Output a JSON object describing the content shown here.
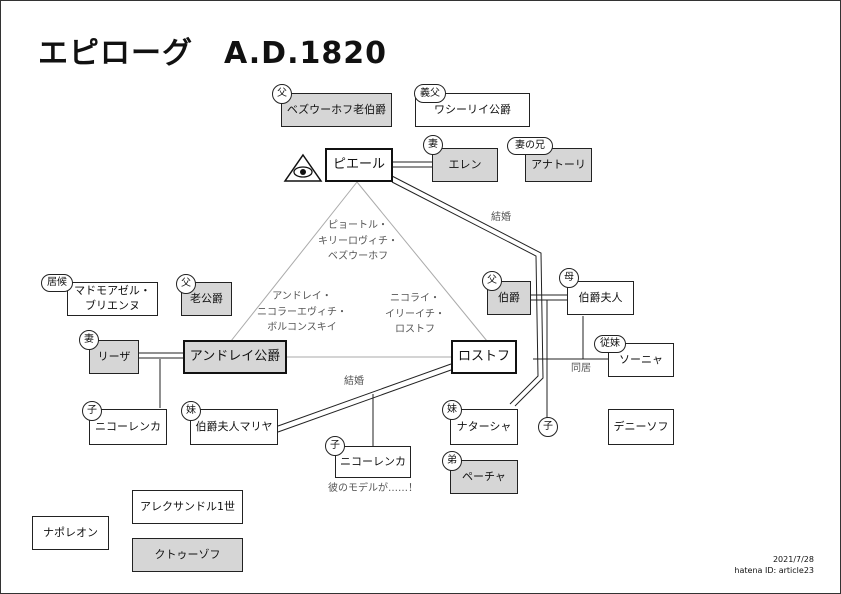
{
  "title": "エピローグ　A.D.1820",
  "nodes": {
    "bezukhov_elder": "ベズウーホフ老伯爵",
    "vasily": "ワシーリイ公爵",
    "pierre": "ピエール",
    "helene": "エレン",
    "anatole": "アナトーリ",
    "bourienne": "マドモアゼル・\nブリエンヌ",
    "old_prince": "老公爵",
    "lise": "リーザ",
    "andrei": "アンドレイ公爵",
    "rostov": "ロストフ",
    "count": "伯爵",
    "countess": "伯爵夫人",
    "sonya": "ソーニャ",
    "nikolenka_left": "ニコーレンカ",
    "marya": "伯爵夫人マリヤ",
    "nikolenka_center": "ニコーレンカ",
    "natasha": "ナターシャ",
    "denisov": "デニーソフ",
    "petya": "ペーチャ",
    "alexander": "アレクサンドル1世",
    "napoleon": "ナポレオン",
    "kutuzov": "クトゥーゾフ"
  },
  "tags": {
    "father": "父",
    "father_in_law": "義父",
    "wife": "妻",
    "wife_brother": "妻の兄",
    "lodger": "居候",
    "mother": "母",
    "cousin": "従妹",
    "child": "子",
    "sister": "妹",
    "brother": "弟"
  },
  "labels": {
    "pierre_full": "ピョートル・\nキリーロヴィチ・\nベズウーホフ",
    "andrei_full": "アンドレイ・\nニコラーエヴィチ・\nボルコンスキイ",
    "nikolai_full": "ニコライ・\nイリーイチ・\nロストフ",
    "marriage_right": "結婚",
    "marriage_left": "結婚",
    "cohabiting": "同居",
    "model_note": "彼のモデルが……！"
  },
  "footer": {
    "date": "2021/7/28",
    "author": "hatena ID: article23"
  },
  "icons": {
    "eye_triangle": "eye-of-providence-icon"
  }
}
